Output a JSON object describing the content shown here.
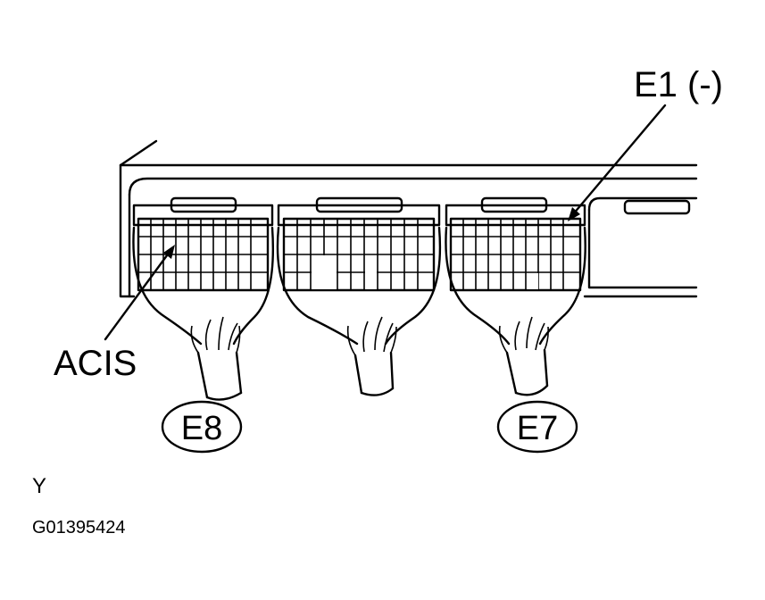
{
  "labels": {
    "e1": "E1 (-)",
    "acis": "ACIS",
    "e8": "E8",
    "e7": "E7",
    "y": "Y",
    "code": "G01395424"
  },
  "colors": {
    "ink": "#000000",
    "paper": "#ffffff"
  }
}
